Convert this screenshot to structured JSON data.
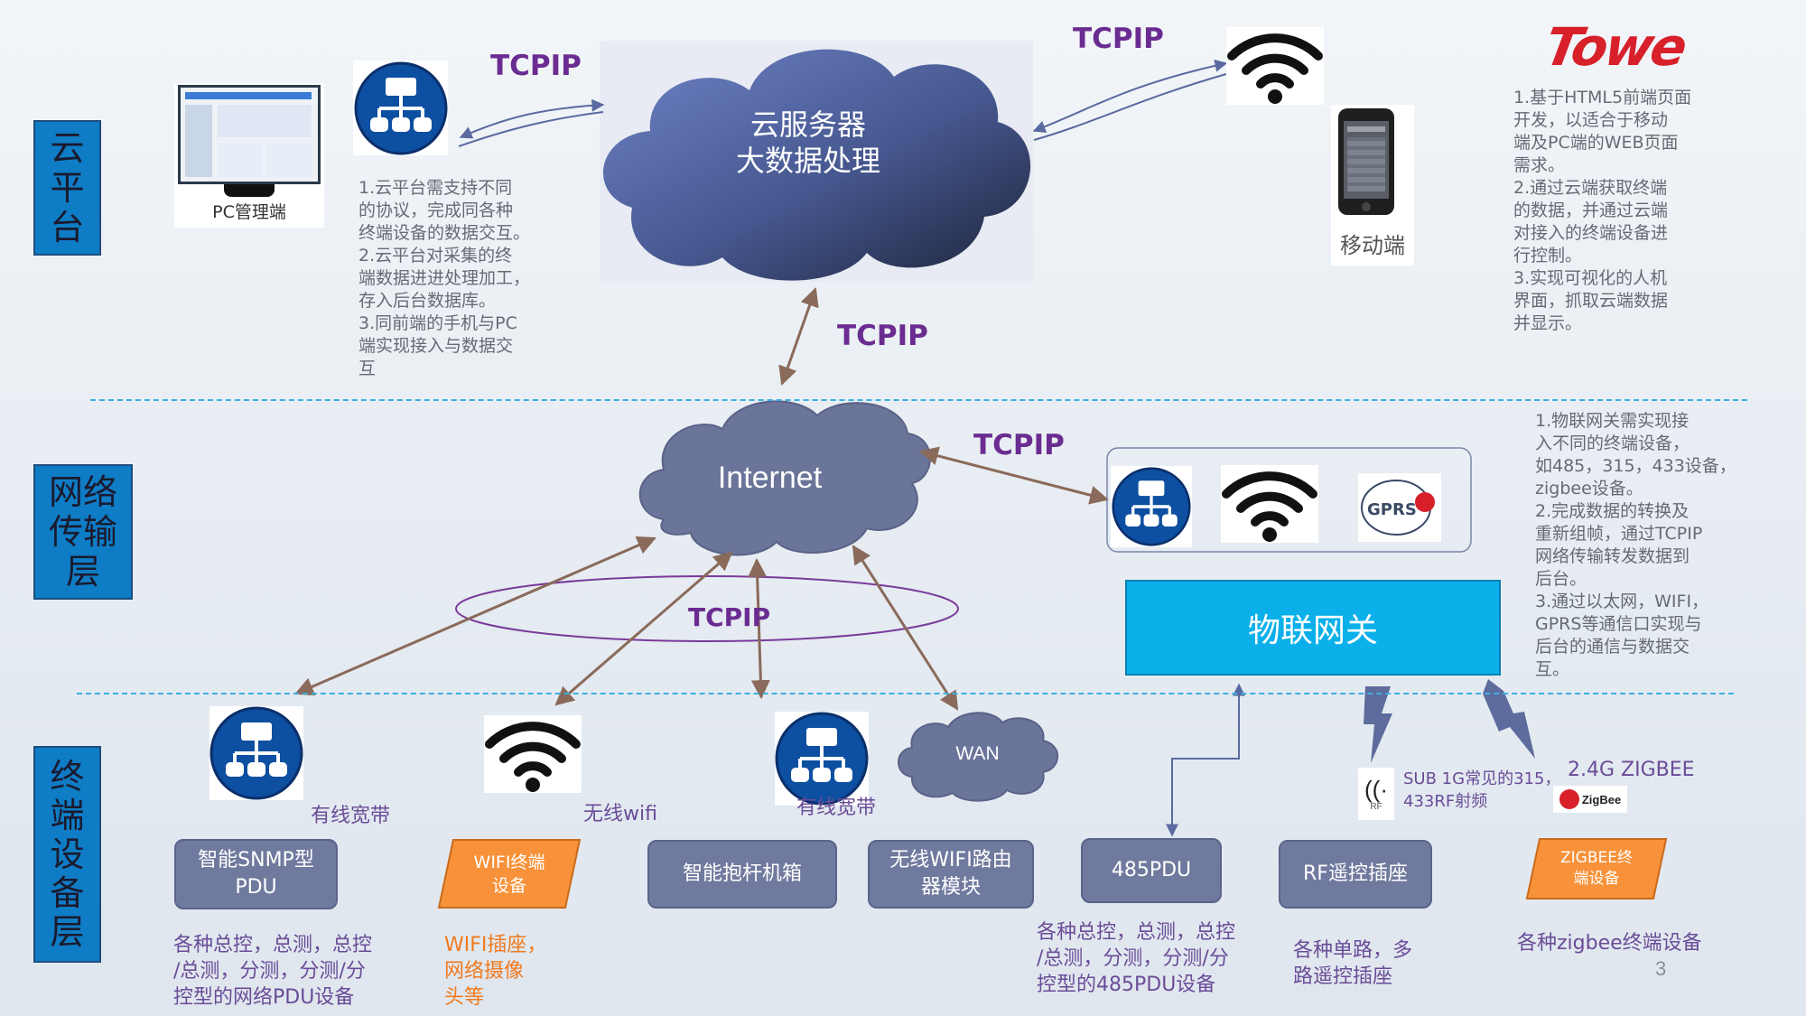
{
  "logo": {
    "text": "Towe",
    "color": "#d7202a"
  },
  "layers": {
    "cloud": "云\n平\n台",
    "network": "网络\n传输\n层",
    "terminal": "终\n端\n设\n备\n层"
  },
  "cloud_server": {
    "line1": "云服务器",
    "line2": "大数据处理"
  },
  "internet": "Internet",
  "wan": "WAN",
  "protocols": {
    "pc_link": "TCPIP",
    "mobile_link": "TCPIP",
    "cloud_internet": "TCPIP",
    "gateway_link": "TCPIP",
    "terminal_link": "TCPIP"
  },
  "pc_label": "PC管理端",
  "mobile_label": "移动端",
  "gateway": {
    "label": "物联网关",
    "gprs": "GPRS"
  },
  "notes": {
    "cloud_platform": "1.云平台需支持不同\n的协议，完成同各种\n终端设备的数据交互。\n2.云平台对采集的终\n端数据进进处理加工，\n存入后台数据库。\n3.同前端的手机与PC\n端实现接入与数据交\n互",
    "frontend": "1.基于HTML5前端页面\n开发，以适合于移动\n端及PC端的WEB页面\n需求。\n2.通过云端获取终端\n的数据，并通过云端\n对接入的终端设备进\n行控制。\n3.实现可视化的人机\n界面，抓取云端数据\n并显示。",
    "gateway": "1.物联网关需实现接\n入不同的终端设备，\n如485，315，433设备，\nzigbee设备。\n2.完成数据的转换及\n重新组帧，通过TCPIP\n网络传输转发数据到\n后台。\n3.通过以太网，WIFI，\nGPRS等通信口实现与\n后台的通信与数据交\n互。"
  },
  "captions": {
    "wired1": "有线宽带",
    "wifi": "无线wifi",
    "wired2": "有线宽带",
    "sub1g": "SUB 1G常见的315，\n433RF射频",
    "zigbee24": "2.4G ZIGBEE",
    "rf_icon": "RF",
    "zigbee_logo": "ZigBee"
  },
  "devices": {
    "snmp_pdu": "智能SNMP型\nPDU",
    "wifi_terminal": "WIFI终端\n设备",
    "pole_box": "智能抱杆机箱",
    "wifi_router": "无线WIFI路由\n器模块",
    "pdu485": "485PDU",
    "rf_socket": "RF遥控插座",
    "zigbee_terminal": "ZIGBEE终\n端设备"
  },
  "descriptions": {
    "snmp": "各种总控，总测，总控\n/总测，分测，分测/分\n控型的网络PDU设备",
    "wifi": "WIFI插座，\n网络摄像\n头等",
    "pdu485": "各种总控，总测，总控\n/总测，分测，分测/分\n控型的485PDU设备",
    "rf": "各种单路，多\n路遥控插座",
    "zigbee": "各种zigbee终端设备"
  },
  "page_number": "3",
  "colors": {
    "layer_bg": "#0f7cc6",
    "protocol": "#6a2c91",
    "device_box": "#707a9e",
    "orange_box": "#f7923a",
    "gateway_box": "#0bb0ea",
    "arrow": "#8a6a5a"
  }
}
